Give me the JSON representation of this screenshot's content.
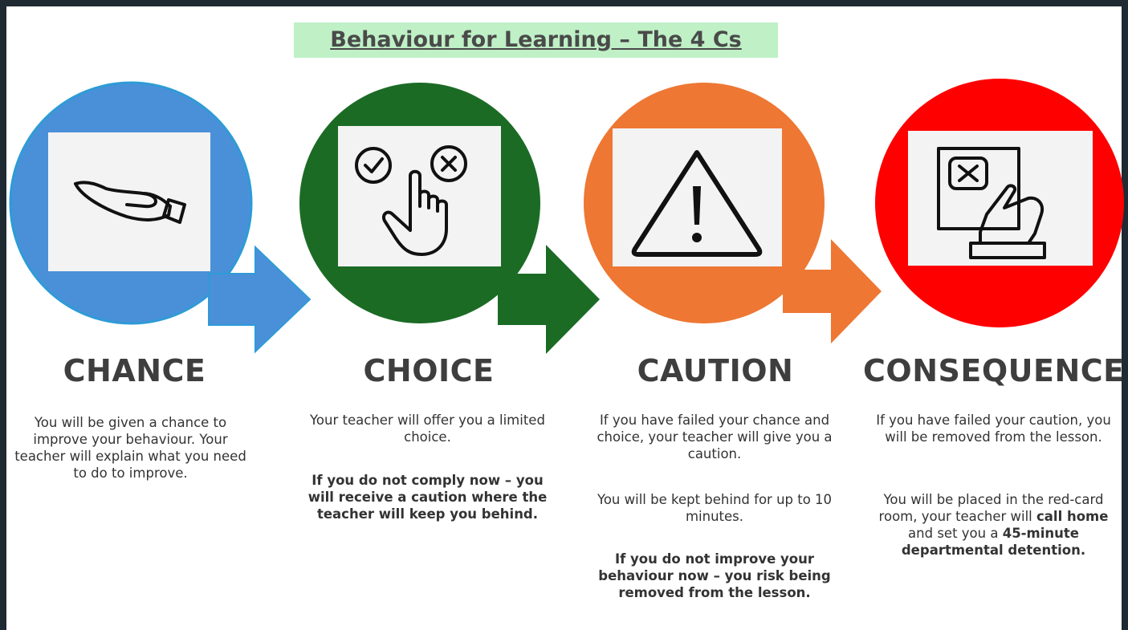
{
  "title": "Behaviour for Learning – The 4 Cs",
  "colors": {
    "chance": "#4a90d9",
    "choice": "#1b6b25",
    "caution": "#ee7733",
    "consequence": "#ff0000",
    "title_bg": "#bff0c6"
  },
  "stages": [
    {
      "heading": "CHANCE",
      "icon": "open-hand-icon",
      "p1": "You will be given a chance to improve your behaviour. Your teacher will explain what you need to do to improve."
    },
    {
      "heading": "CHOICE",
      "icon": "choice-check-cross-icon",
      "p1": "Your teacher will offer you a limited choice.",
      "p2": "If you do not comply now – you will receive a caution where the teacher will keep you behind."
    },
    {
      "heading": "CAUTION",
      "icon": "warning-triangle-icon",
      "p1": "If you have failed your chance and choice, your teacher will give you a caution.",
      "p2": "You will be kept behind for up to 10 minutes.",
      "p3": "If you do not improve your behaviour now – you risk being removed from the lesson."
    },
    {
      "heading": "CONSEQUENCE",
      "icon": "red-card-hand-icon",
      "p1": "If you have failed your caution, you will be removed from the lesson.",
      "p2_a": "You will be placed in the red-card room, your teacher will ",
      "p2_b": "call home",
      "p2_c": " and set you a ",
      "p2_d": "45-minute departmental detention."
    }
  ]
}
